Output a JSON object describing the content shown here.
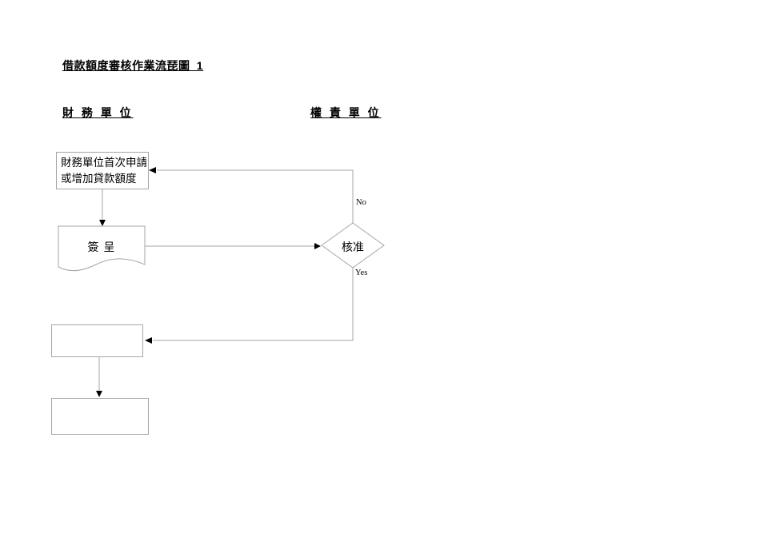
{
  "page": {
    "title": "借款額度審核作業流琵圖_1"
  },
  "headers": {
    "left": "財 務 單 位",
    "right": "權 責 單 位"
  },
  "flowchart": {
    "request_box": {
      "line1": "財務單位首次申請",
      "line2": "或增加貸款額度"
    },
    "sign_document": {
      "label": "簽 呈"
    },
    "approval_decision": {
      "label": "核准",
      "no": "No",
      "yes": "Yes"
    },
    "result_box_1": {
      "label": ""
    },
    "result_box_2": {
      "label": ""
    }
  },
  "colors": {
    "shape_border": "#a6a6a6",
    "connector_line": "#a6a6a6",
    "arrowhead": "#000000",
    "text": "#000000"
  }
}
